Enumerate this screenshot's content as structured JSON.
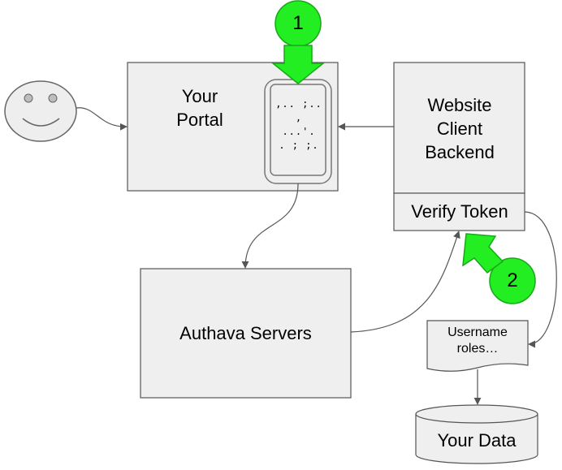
{
  "nodes": {
    "portal": "Your\nPortal",
    "qr_code": ",.. ;..\n   ,\n...'.\n. ; ;.",
    "backend": "Website\nClient\nBackend",
    "verify": "Verify Token",
    "authava": "Authava Servers",
    "token_contents": "Username\nroles…",
    "your_data": "Your Data"
  },
  "steps": {
    "step1": "1",
    "step2": "2"
  },
  "colors": {
    "box_fill": "#efefef",
    "box_stroke": "#555555",
    "highlight": "#22ee22",
    "highlight_stroke": "#18a818",
    "arrow": "#555555"
  },
  "icons": {
    "user": "smiley-face-icon",
    "device": "phone-icon"
  }
}
